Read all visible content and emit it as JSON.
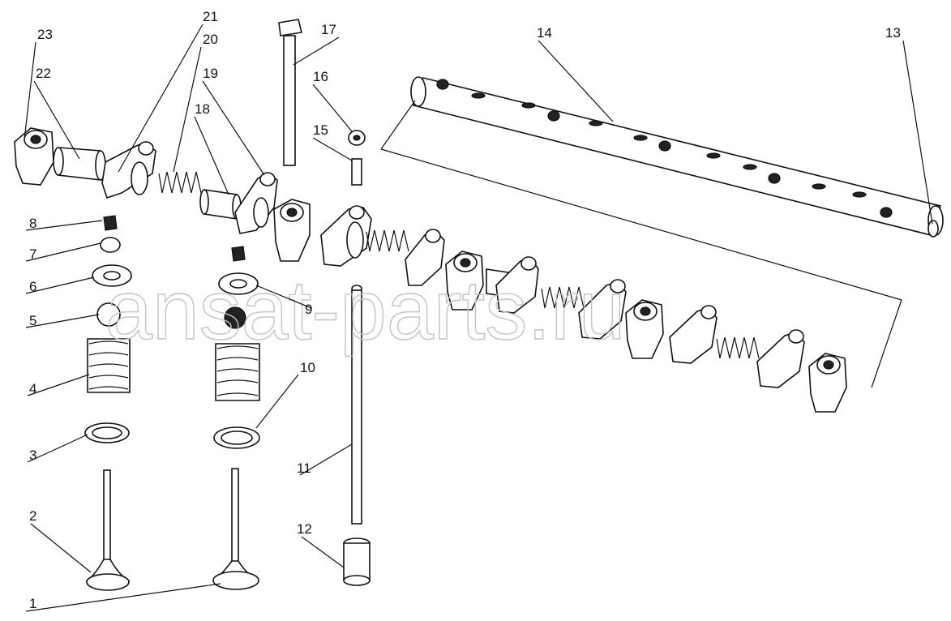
{
  "diagram": {
    "watermark": "ansat-parts.ru",
    "callouts": [
      {
        "id": "1",
        "label": "1"
      },
      {
        "id": "2",
        "label": "2"
      },
      {
        "id": "3",
        "label": "3"
      },
      {
        "id": "4",
        "label": "4"
      },
      {
        "id": "5",
        "label": "5"
      },
      {
        "id": "6",
        "label": "6"
      },
      {
        "id": "7",
        "label": "7"
      },
      {
        "id": "8",
        "label": "8"
      },
      {
        "id": "9",
        "label": "9"
      },
      {
        "id": "10",
        "label": "10"
      },
      {
        "id": "11",
        "label": "11"
      },
      {
        "id": "12",
        "label": "12"
      },
      {
        "id": "13",
        "label": "13"
      },
      {
        "id": "14",
        "label": "14"
      },
      {
        "id": "15",
        "label": "15"
      },
      {
        "id": "16",
        "label": "16"
      },
      {
        "id": "17",
        "label": "17"
      },
      {
        "id": "18",
        "label": "18"
      },
      {
        "id": "19",
        "label": "19"
      },
      {
        "id": "20",
        "label": "20"
      },
      {
        "id": "21",
        "label": "21"
      },
      {
        "id": "22",
        "label": "22"
      },
      {
        "id": "23",
        "label": "23"
      }
    ]
  }
}
